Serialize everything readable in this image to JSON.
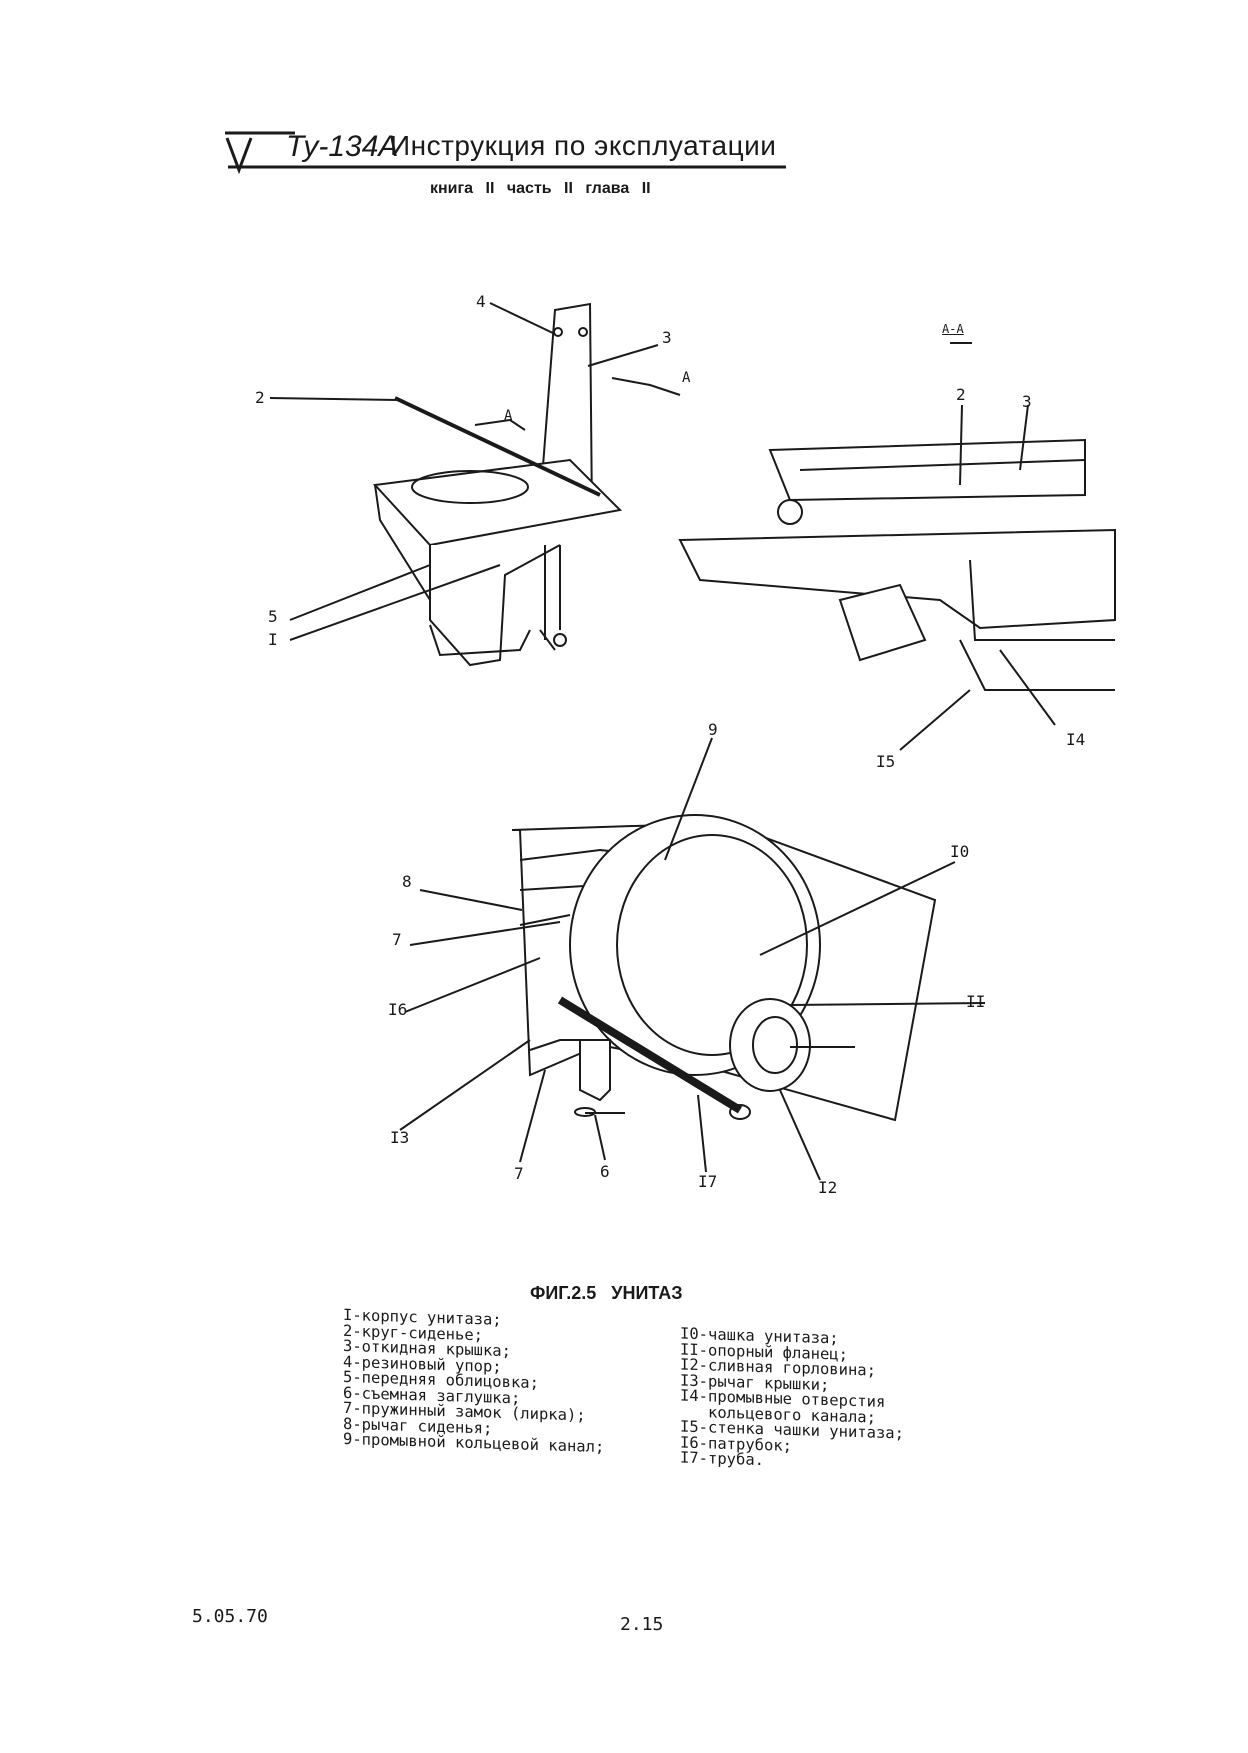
{
  "header": {
    "model": "Ту-134А",
    "title": "Инструкция по эксплуатации",
    "subtitle": "книга II часть II глава II"
  },
  "figure": {
    "section_label": "А-А",
    "callouts_left": [
      "4",
      "3",
      "2",
      "5",
      "I"
    ],
    "arrow_label": "А",
    "callouts_right": [
      "2",
      "3",
      "I4",
      "I5"
    ],
    "callouts_bottom": [
      "9",
      "I0",
      "8",
      "7",
      "I6",
      "II",
      "I3",
      "7",
      "6",
      "I7",
      "I2"
    ]
  },
  "caption": "ФИГ.2.5 УНИТАЗ",
  "legend_left": [
    "I-корпус унитаза;",
    "2-круг-сиденье;",
    "3-откидная крышка;",
    "4-резиновый упор;",
    "5-передняя облицовка;",
    "6-съемная заглушка;",
    "7-пружинный замок (лирка);",
    "8-рычаг сиденья;",
    "9-промывной кольцевой канал;"
  ],
  "legend_right": [
    "I0-чашка унитаза;",
    "II-опорный фланец;",
    "I2-сливная горловина;",
    "I3-рычаг крышки;",
    "I4-промывные отверстия",
    "   кольцевого канала;",
    "I5-стенка чашки унитаза;",
    "I6-патрубок;",
    "I7-труба."
  ],
  "footer": {
    "date": "5.05.70",
    "page": "2.15"
  }
}
